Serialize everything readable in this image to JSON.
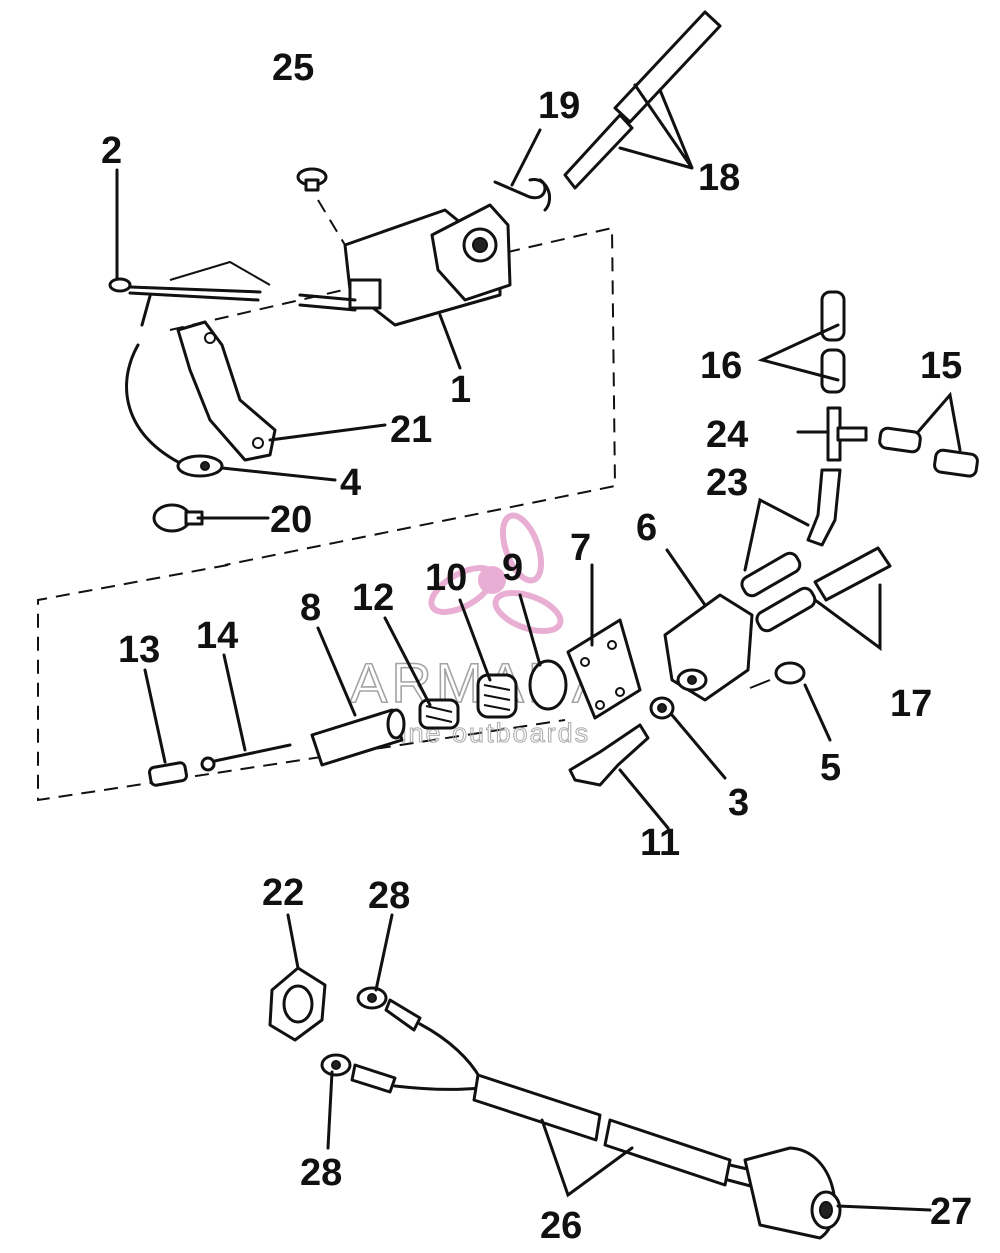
{
  "watermark": {
    "brand": "ARMADA",
    "tagline": "marine outboards",
    "accent_color": "#e7a6cf"
  },
  "callouts": [
    "1",
    "2",
    "3",
    "4",
    "5",
    "6",
    "7",
    "8",
    "9",
    "10",
    "11",
    "12",
    "13",
    "14",
    "15",
    "16",
    "17",
    "18",
    "19",
    "20",
    "21",
    "22",
    "23",
    "24",
    "25",
    "26",
    "27",
    "28",
    "28"
  ]
}
